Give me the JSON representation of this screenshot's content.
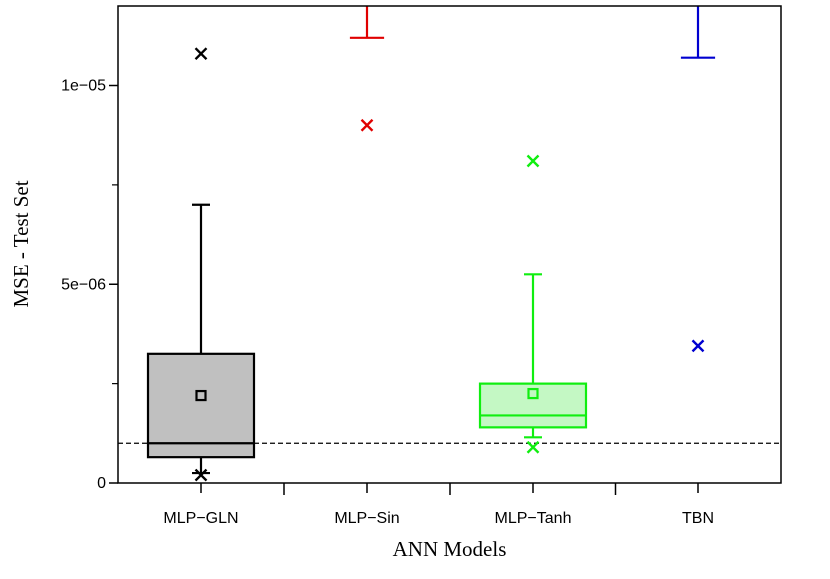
{
  "chart_data": {
    "type": "box",
    "xlabel": "ANN Models",
    "ylabel": "MSE - Test Set",
    "ylim": [
      0,
      1.2e-05
    ],
    "yticks": [
      {
        "value": 0,
        "label": "0"
      },
      {
        "value": 5e-06,
        "label": "5e−06"
      },
      {
        "value": 1e-05,
        "label": "1e−05"
      }
    ],
    "yminor": [
      2.5e-06,
      7.5e-06
    ],
    "reference_line": {
      "value": 1e-06,
      "style": "dashed",
      "color": "#000000"
    },
    "categories": [
      {
        "name": "MLP−GLN",
        "color": "#000000",
        "fill": "#c0c0c0",
        "q1": 6.5e-07,
        "median": 1e-06,
        "q3": 3.25e-06,
        "mean": 2.2e-06,
        "whisker_low": 2.5e-07,
        "whisker_high": 7e-06,
        "outliers": [
          2e-07,
          1.08e-05
        ]
      },
      {
        "name": "MLP−Sin",
        "color": "#e00000",
        "fill": "#f4b0b0",
        "q1": null,
        "median": null,
        "q3": null,
        "mean": null,
        "whisker_low": 1.12e-05,
        "whisker_high": null,
        "outliers": [
          9e-06
        ]
      },
      {
        "name": "MLP−Tanh",
        "color": "#10ee10",
        "fill": "#c4f8c4",
        "q1": 1.4e-06,
        "median": 1.7e-06,
        "q3": 2.5e-06,
        "mean": 2.25e-06,
        "whisker_low": 1.15e-06,
        "whisker_high": 5.25e-06,
        "outliers": [
          9e-07,
          8.1e-06
        ]
      },
      {
        "name": "TBN",
        "color": "#0000d0",
        "fill": "#b0b0f4",
        "q1": null,
        "median": null,
        "q3": null,
        "mean": null,
        "whisker_low": 1.07e-05,
        "whisker_high": null,
        "outliers": [
          3.45e-06
        ]
      }
    ]
  }
}
